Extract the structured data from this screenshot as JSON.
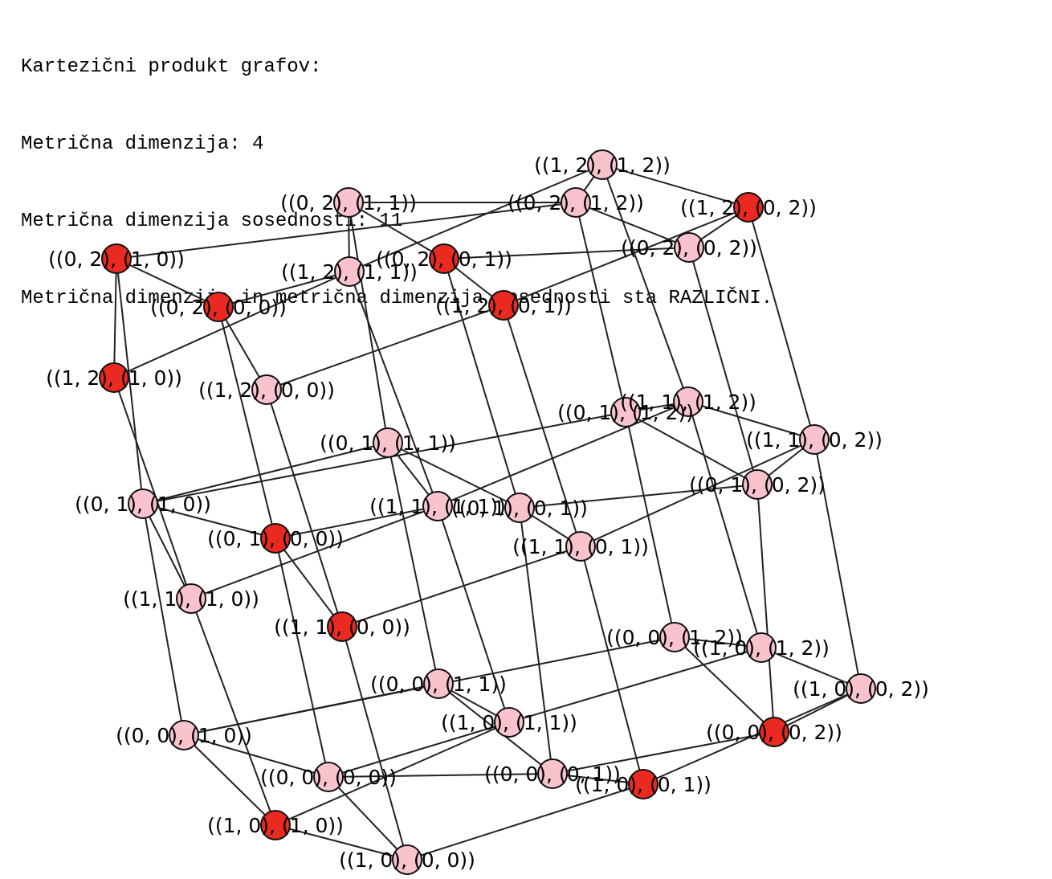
{
  "output": {
    "line1": "Kartezični produkt grafov:",
    "line2": "Metrična dimenzija: 4",
    "line3": "Metrična dimenzija sosednosti: 11",
    "line4": "Metrična dimenzija in metrična dimenzija sosednosti sta RAZLIČNI."
  },
  "colors": {
    "selected": "#ea2a21",
    "normal": "#f8c3cd",
    "edge": "#222222"
  },
  "graph": {
    "nodes": [
      {
        "id": "02_11",
        "label": "((0, 2), (1, 1))",
        "selected": false
      },
      {
        "id": "02_12",
        "label": "((0, 2), (1, 2))",
        "selected": false
      },
      {
        "id": "12_12",
        "label": "((1, 2), (1, 2))",
        "selected": false
      },
      {
        "id": "12_02",
        "label": "((1, 2), (0, 2))",
        "selected": true
      },
      {
        "id": "02_02",
        "label": "((0, 2), (0, 2))",
        "selected": false
      },
      {
        "id": "02_10",
        "label": "((0, 2), (1, 0))",
        "selected": true
      },
      {
        "id": "12_11",
        "label": "((1, 2), (1, 1))",
        "selected": false
      },
      {
        "id": "02_01",
        "label": "((0, 2), (0, 1))",
        "selected": true
      },
      {
        "id": "02_00",
        "label": "((0, 2), (0, 0))",
        "selected": true
      },
      {
        "id": "12_01",
        "label": "((1, 2), (0, 1))",
        "selected": true
      },
      {
        "id": "12_10",
        "label": "((1, 2), (1, 0))",
        "selected": true
      },
      {
        "id": "12_00",
        "label": "((1, 2), (0, 0))",
        "selected": false
      },
      {
        "id": "01_12",
        "label": "((0, 1), (1, 2))",
        "selected": false
      },
      {
        "id": "11_12",
        "label": "((1, 1), (1, 2))",
        "selected": false
      },
      {
        "id": "11_02",
        "label": "((1, 1), (0, 2))",
        "selected": false
      },
      {
        "id": "01_11",
        "label": "((0, 1), (1, 1))",
        "selected": false
      },
      {
        "id": "01_02",
        "label": "((0, 1), (0, 2))",
        "selected": false
      },
      {
        "id": "01_10",
        "label": "((0, 1), (1, 0))",
        "selected": false
      },
      {
        "id": "11_11",
        "label": "((1, 1), (1, 1))",
        "selected": false
      },
      {
        "id": "01_01",
        "label": "((0, 1), (0, 1))",
        "selected": false
      },
      {
        "id": "01_00",
        "label": "((0, 1), (0, 0))",
        "selected": true
      },
      {
        "id": "11_01",
        "label": "((1, 1), (0, 1))",
        "selected": false
      },
      {
        "id": "11_10",
        "label": "((1, 1), (1, 0))",
        "selected": false
      },
      {
        "id": "11_00",
        "label": "((1, 1), (0, 0))",
        "selected": true
      },
      {
        "id": "00_12",
        "label": "((0, 0), (1, 2))",
        "selected": false
      },
      {
        "id": "10_12",
        "label": "((1, 0), (1, 2))",
        "selected": false
      },
      {
        "id": "00_11",
        "label": "((0, 0), (1, 1))",
        "selected": false
      },
      {
        "id": "10_02",
        "label": "((1, 0), (0, 2))",
        "selected": false
      },
      {
        "id": "10_11",
        "label": "((1, 0), (1, 1))",
        "selected": false
      },
      {
        "id": "00_10",
        "label": "((0, 0), (1, 0))",
        "selected": false
      },
      {
        "id": "00_02",
        "label": "((0, 0), (0, 2))",
        "selected": true
      },
      {
        "id": "00_00",
        "label": "((0, 0), (0, 0))",
        "selected": false
      },
      {
        "id": "00_01",
        "label": "((0, 0), (0, 1))",
        "selected": false
      },
      {
        "id": "10_01",
        "label": "((1, 0), (0, 1))",
        "selected": true
      },
      {
        "id": "10_10",
        "label": "((1, 0), (1, 0))",
        "selected": true
      },
      {
        "id": "10_00",
        "label": "((1, 0), (0, 0))",
        "selected": false
      }
    ],
    "edges": [
      [
        "02_11",
        "02_12"
      ],
      [
        "02_11",
        "12_11"
      ],
      [
        "02_11",
        "02_01"
      ],
      [
        "02_11",
        "01_11"
      ],
      [
        "02_12",
        "12_12"
      ],
      [
        "02_12",
        "02_02"
      ],
      [
        "02_12",
        "02_10"
      ],
      [
        "02_12",
        "01_12"
      ],
      [
        "12_12",
        "12_02"
      ],
      [
        "12_12",
        "12_11"
      ],
      [
        "12_12",
        "11_12"
      ],
      [
        "12_02",
        "02_02"
      ],
      [
        "12_02",
        "12_01"
      ],
      [
        "12_02",
        "11_02"
      ],
      [
        "02_02",
        "02_01"
      ],
      [
        "02_02",
        "01_02"
      ],
      [
        "02_10",
        "02_00"
      ],
      [
        "02_10",
        "12_10"
      ],
      [
        "02_10",
        "01_10"
      ],
      [
        "12_11",
        "02_00"
      ],
      [
        "12_11",
        "12_10"
      ],
      [
        "12_11",
        "11_11"
      ],
      [
        "02_01",
        "12_01"
      ],
      [
        "02_01",
        "01_01"
      ],
      [
        "02_00",
        "12_00"
      ],
      [
        "02_00",
        "01_00"
      ],
      [
        "12_01",
        "12_00"
      ],
      [
        "12_01",
        "11_01"
      ],
      [
        "12_10",
        "11_10"
      ],
      [
        "12_00",
        "11_00"
      ],
      [
        "01_12",
        "11_12"
      ],
      [
        "01_12",
        "01_02"
      ],
      [
        "01_12",
        "01_10"
      ],
      [
        "01_12",
        "00_12"
      ],
      [
        "11_12",
        "11_02"
      ],
      [
        "11_12",
        "11_11"
      ],
      [
        "11_12",
        "10_12"
      ],
      [
        "11_02",
        "01_02"
      ],
      [
        "11_02",
        "11_01"
      ],
      [
        "11_02",
        "10_02"
      ],
      [
        "01_11",
        "11_11"
      ],
      [
        "01_11",
        "01_01"
      ],
      [
        "01_11",
        "01_10"
      ],
      [
        "01_11",
        "00_11"
      ],
      [
        "01_02",
        "01_01"
      ],
      [
        "01_02",
        "00_02"
      ],
      [
        "01_10",
        "01_00"
      ],
      [
        "01_10",
        "11_10"
      ],
      [
        "01_10",
        "00_10"
      ],
      [
        "11_11",
        "01_00"
      ],
      [
        "11_11",
        "11_10"
      ],
      [
        "11_11",
        "10_11"
      ],
      [
        "01_01",
        "11_01"
      ],
      [
        "01_01",
        "00_01"
      ],
      [
        "01_00",
        "11_00"
      ],
      [
        "01_00",
        "00_00"
      ],
      [
        "11_01",
        "11_00"
      ],
      [
        "11_01",
        "10_01"
      ],
      [
        "11_10",
        "10_10"
      ],
      [
        "11_00",
        "10_00"
      ],
      [
        "00_12",
        "10_12"
      ],
      [
        "00_12",
        "00_02"
      ],
      [
        "00_12",
        "00_10"
      ],
      [
        "10_12",
        "10_02"
      ],
      [
        "10_12",
        "10_11"
      ],
      [
        "00_11",
        "10_11"
      ],
      [
        "00_11",
        "00_01"
      ],
      [
        "00_11",
        "00_10"
      ],
      [
        "10_02",
        "00_02"
      ],
      [
        "10_02",
        "10_01"
      ],
      [
        "10_11",
        "00_00"
      ],
      [
        "10_11",
        "10_10"
      ],
      [
        "00_10",
        "00_00"
      ],
      [
        "00_10",
        "10_10"
      ],
      [
        "00_02",
        "00_01"
      ],
      [
        "00_00",
        "00_01"
      ],
      [
        "00_00",
        "10_00"
      ],
      [
        "00_01",
        "10_01"
      ],
      [
        "10_01",
        "10_00"
      ],
      [
        "10_10",
        "10_00"
      ]
    ]
  }
}
